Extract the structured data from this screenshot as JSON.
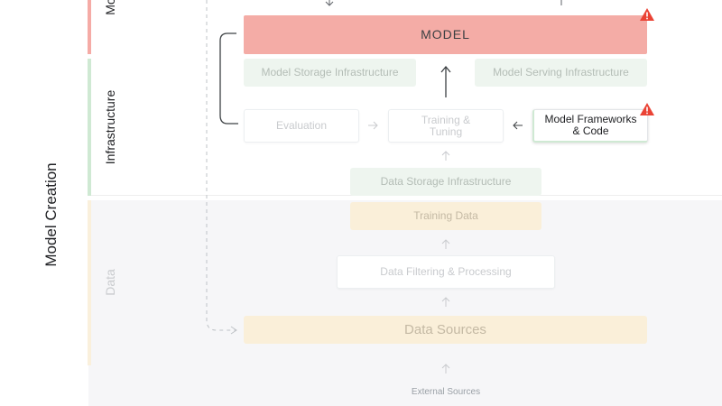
{
  "colors": {
    "model_red": "#f4aca6",
    "infra_green": "#cfe9d3",
    "data_yellow": "#f8e5bf",
    "warning": "#ea4335"
  },
  "labels": {
    "model_creation": "Model Creation",
    "section_top": "Mo",
    "section_infrastructure": "Infrastructure",
    "section_data": "Data"
  },
  "nodes": {
    "model": "MODEL",
    "model_storage": "Model Storage Infrastructure",
    "model_serving": "Model Serving Infrastructure",
    "evaluation": "Evaluation",
    "training_tuning": "Training & Tuning",
    "model_frameworks": "Model Frameworks & Code",
    "data_storage": "Data Storage Infrastructure",
    "training_data": "Training Data",
    "data_filtering": "Data Filtering & Processing",
    "data_sources": "Data Sources",
    "external_sources": "External Sources"
  },
  "icons": {
    "model_warning": "warning-triangle-icon",
    "frameworks_warning": "warning-triangle-icon"
  }
}
